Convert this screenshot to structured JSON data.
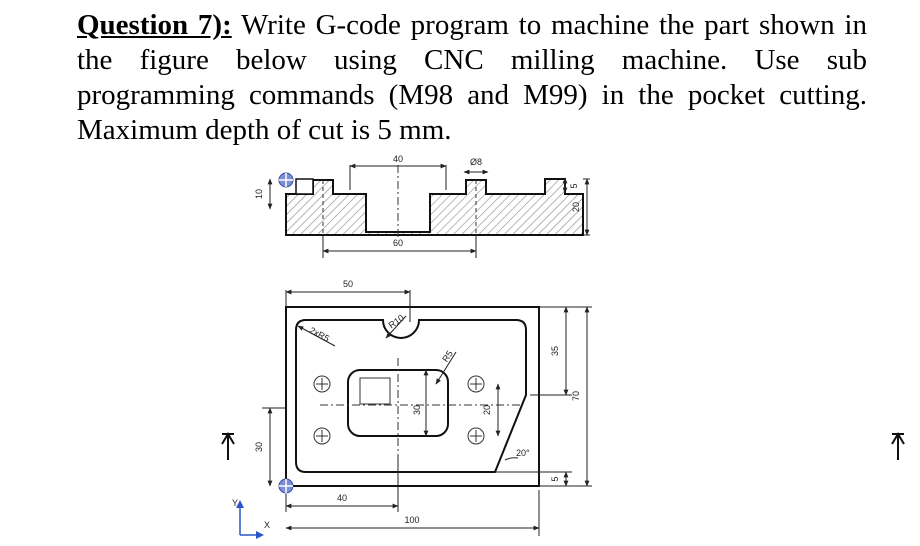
{
  "question": {
    "label": "Question 7):",
    "text": " Write G-code program to machine the part shown in the figure below using CNC milling machine. Use sub programming commands (M98 and M99) in the pocket cutting. Maximum depth of cut is 5 mm."
  },
  "section_view": {
    "dim_top_40": "40",
    "dim_dia_8": "Ø8",
    "dim_left_10": "10",
    "dim_right_5": "5",
    "dim_right_20": "20",
    "dim_bottom_60": "60"
  },
  "plan_view": {
    "dim_top_50": "50",
    "label_2xR5": "2xR5",
    "label_R10": "R10",
    "label_R5": "R5",
    "dim_30_pocket": "30",
    "dim_20_holes": "20",
    "dim_35": "35",
    "dim_70": "70",
    "dim_5": "5",
    "angle_20": "20°",
    "dim_left_30": "30",
    "dim_bottom_40": "40",
    "dim_bottom_100": "100"
  },
  "axes": {
    "x_label": "X",
    "y_label": "Y"
  },
  "colors": {
    "datum_marker": "#7b8fd6",
    "hatch": "#8a8a8a",
    "line": "#111111"
  }
}
